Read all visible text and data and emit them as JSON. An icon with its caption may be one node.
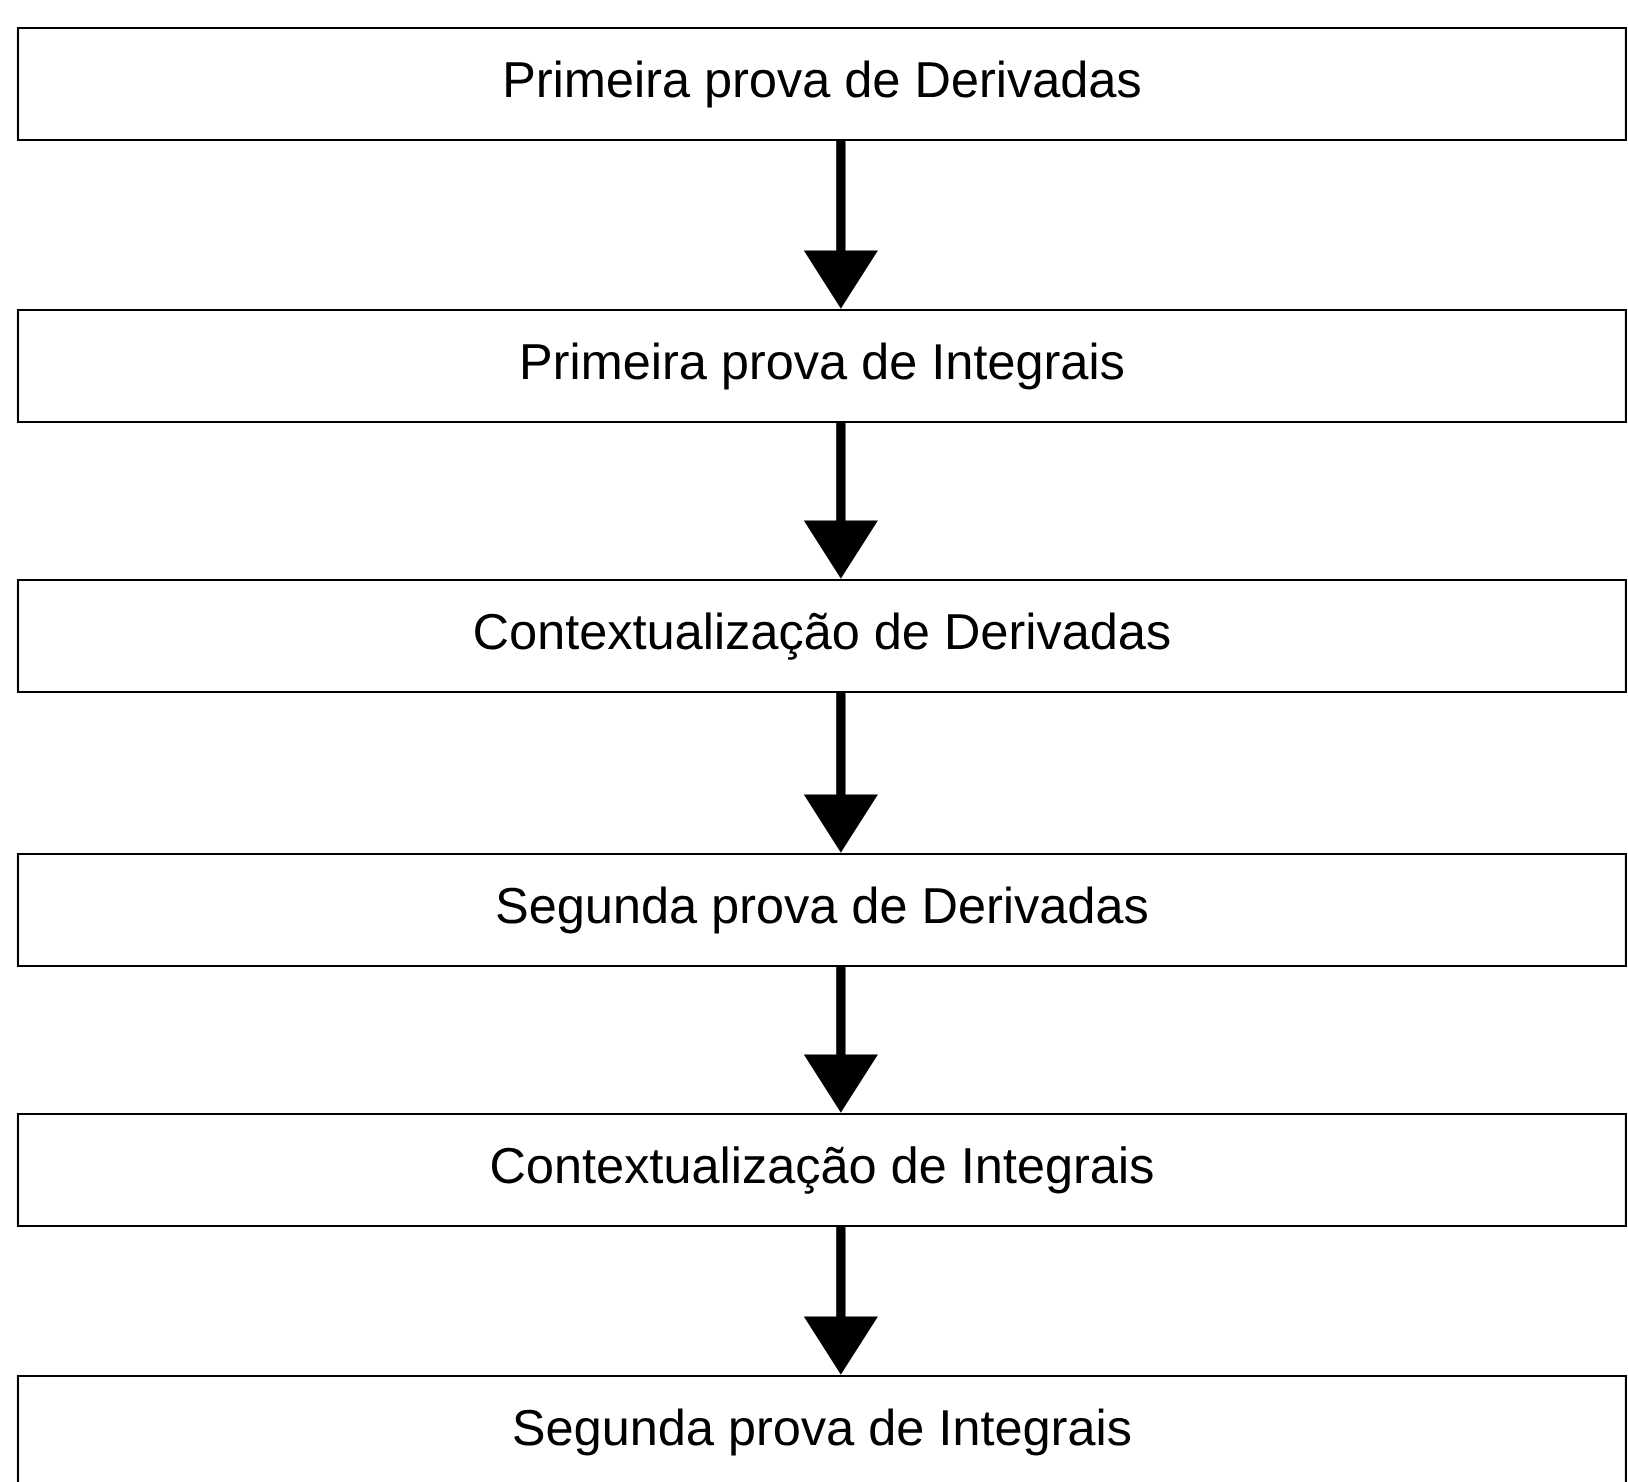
{
  "diagram": {
    "nodes": [
      {
        "text": [
          "Primeira prova de Derivadas"
        ]
      },
      {
        "text": [
          "Primeira prova de Integrais"
        ]
      },
      {
        "text": [
          "Contextualização de Derivadas"
        ]
      },
      {
        "text": [
          "Segunda prova de Derivadas"
        ]
      },
      {
        "text": [
          "Contextualização de Integrais"
        ]
      },
      {
        "text": [
          "Segunda prova de Integrais"
        ]
      }
    ],
    "edges": [
      {
        "from": 0,
        "to": 1,
        "arrow": "to"
      },
      {
        "from": 1,
        "to": 2,
        "arrow": "to"
      },
      {
        "from": 2,
        "to": 3,
        "arrow": "to"
      },
      {
        "from": 3,
        "to": 4,
        "arrow": "to"
      },
      {
        "from": 4,
        "to": 5,
        "arrow": "to"
      }
    ]
  }
}
